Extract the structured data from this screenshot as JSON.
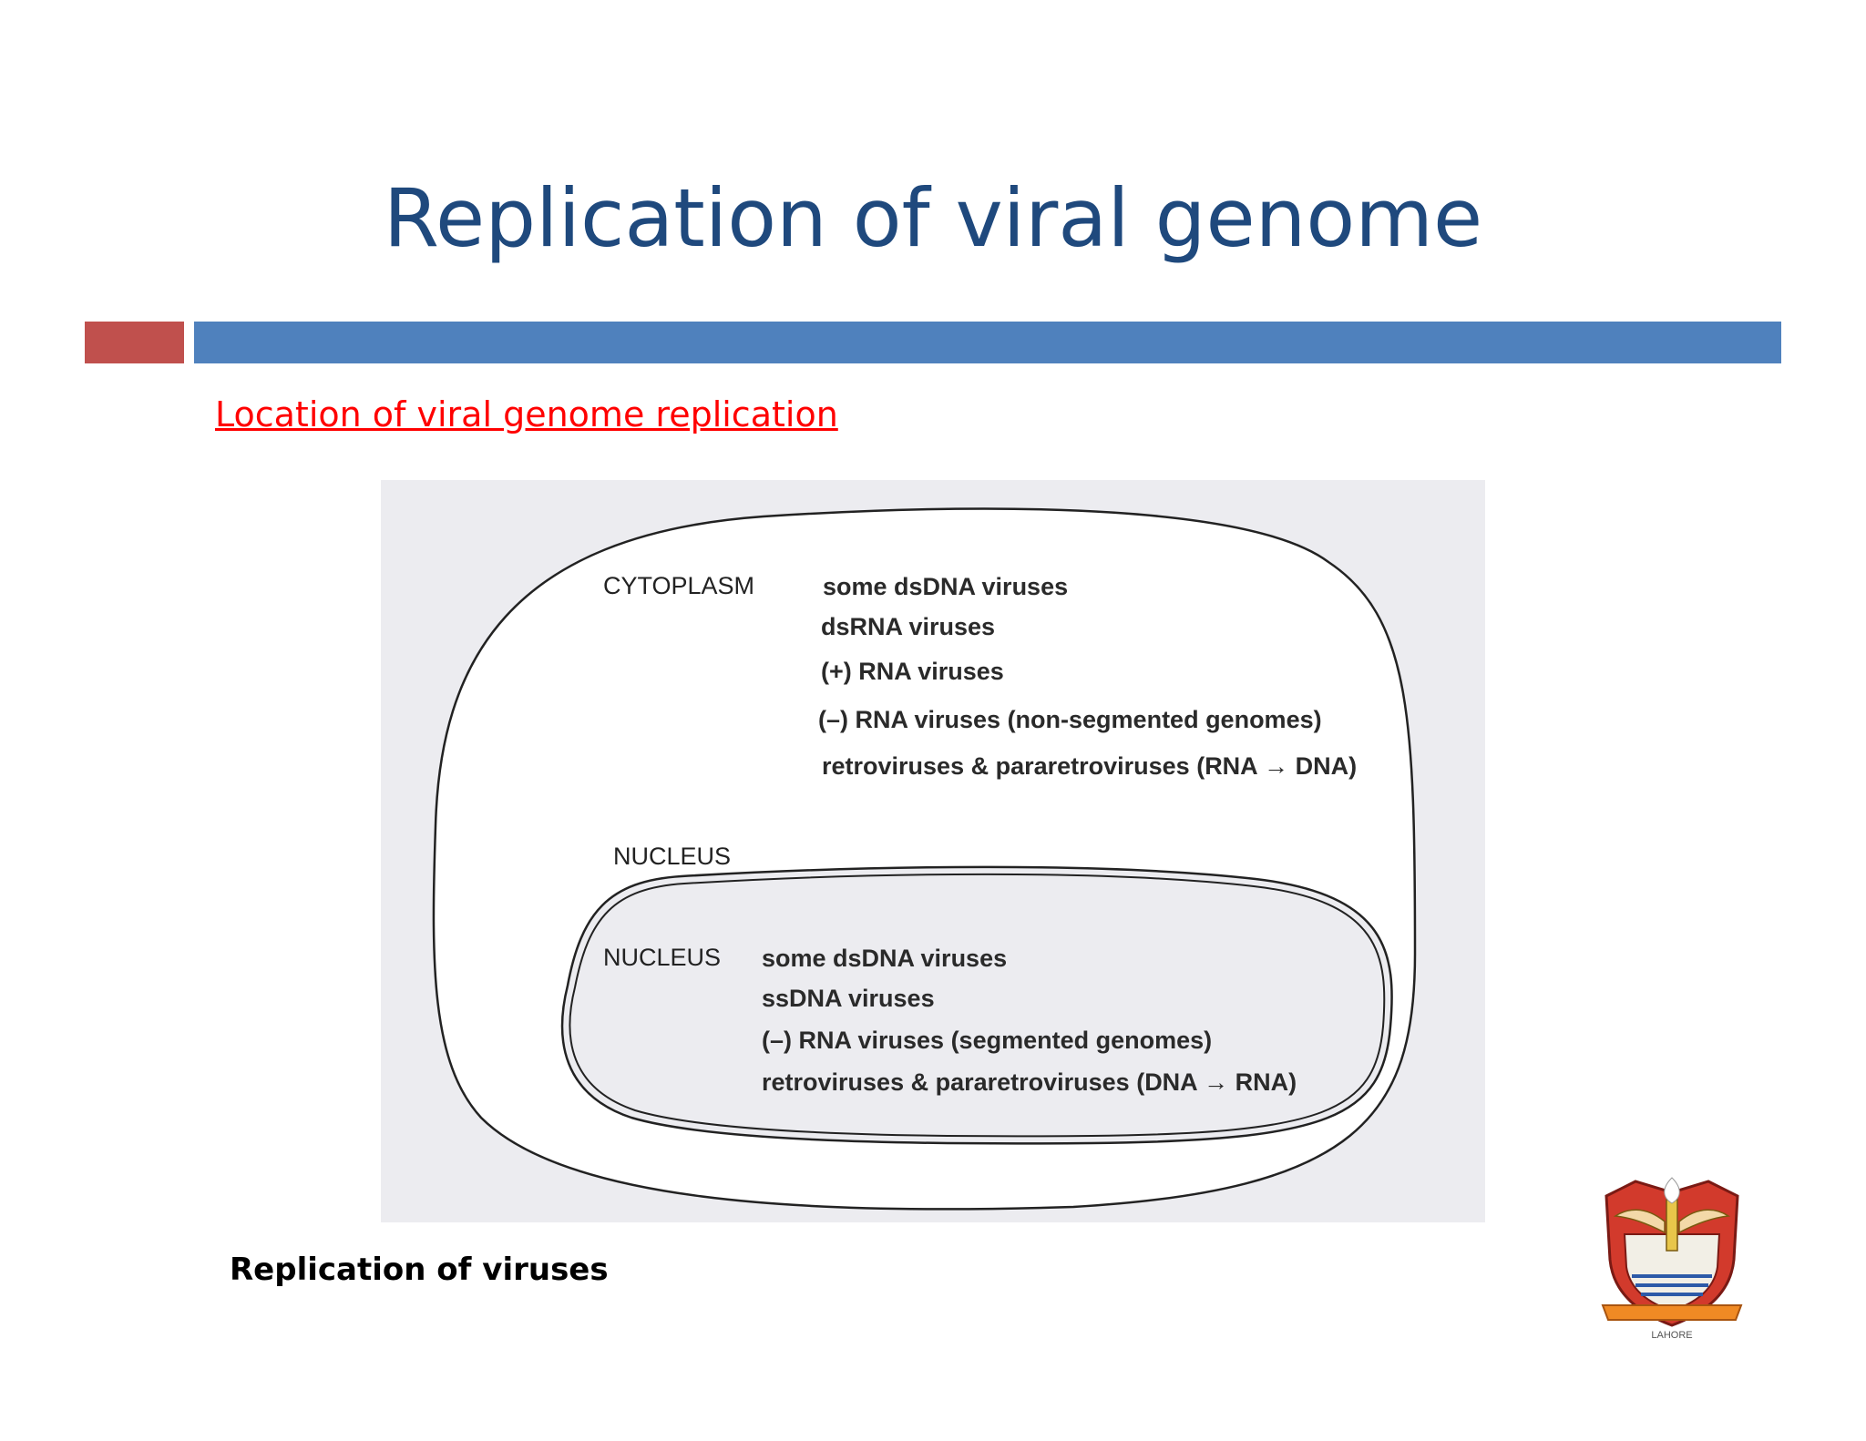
{
  "slide": {
    "title": "Replication of viral genome",
    "subheading": "Location of viral genome replication",
    "caption": "Replication of viruses"
  },
  "diagram": {
    "cytoplasm": {
      "label": "CYTOPLASM",
      "items": [
        "some dsDNA viruses",
        "dsRNA viruses",
        "(+) RNA viruses",
        "(–) RNA viruses (non-segmented genomes)",
        "retroviruses & pararetroviruses (RNA → DNA)"
      ]
    },
    "nucleus_outer_label": "NUCLEUS",
    "nucleus": {
      "label": "NUCLEUS",
      "items": [
        "some dsDNA viruses",
        "ssDNA viruses",
        "(–) RNA viruses (segmented genomes)",
        "retroviruses & pararetroviruses (DNA → RNA)"
      ]
    }
  },
  "logo": {
    "caption": "LAHORE"
  },
  "colors": {
    "title": "#1f497d",
    "accent_red": "#c0504d",
    "accent_blue": "#4f81bd",
    "subheading": "#ff0000"
  }
}
